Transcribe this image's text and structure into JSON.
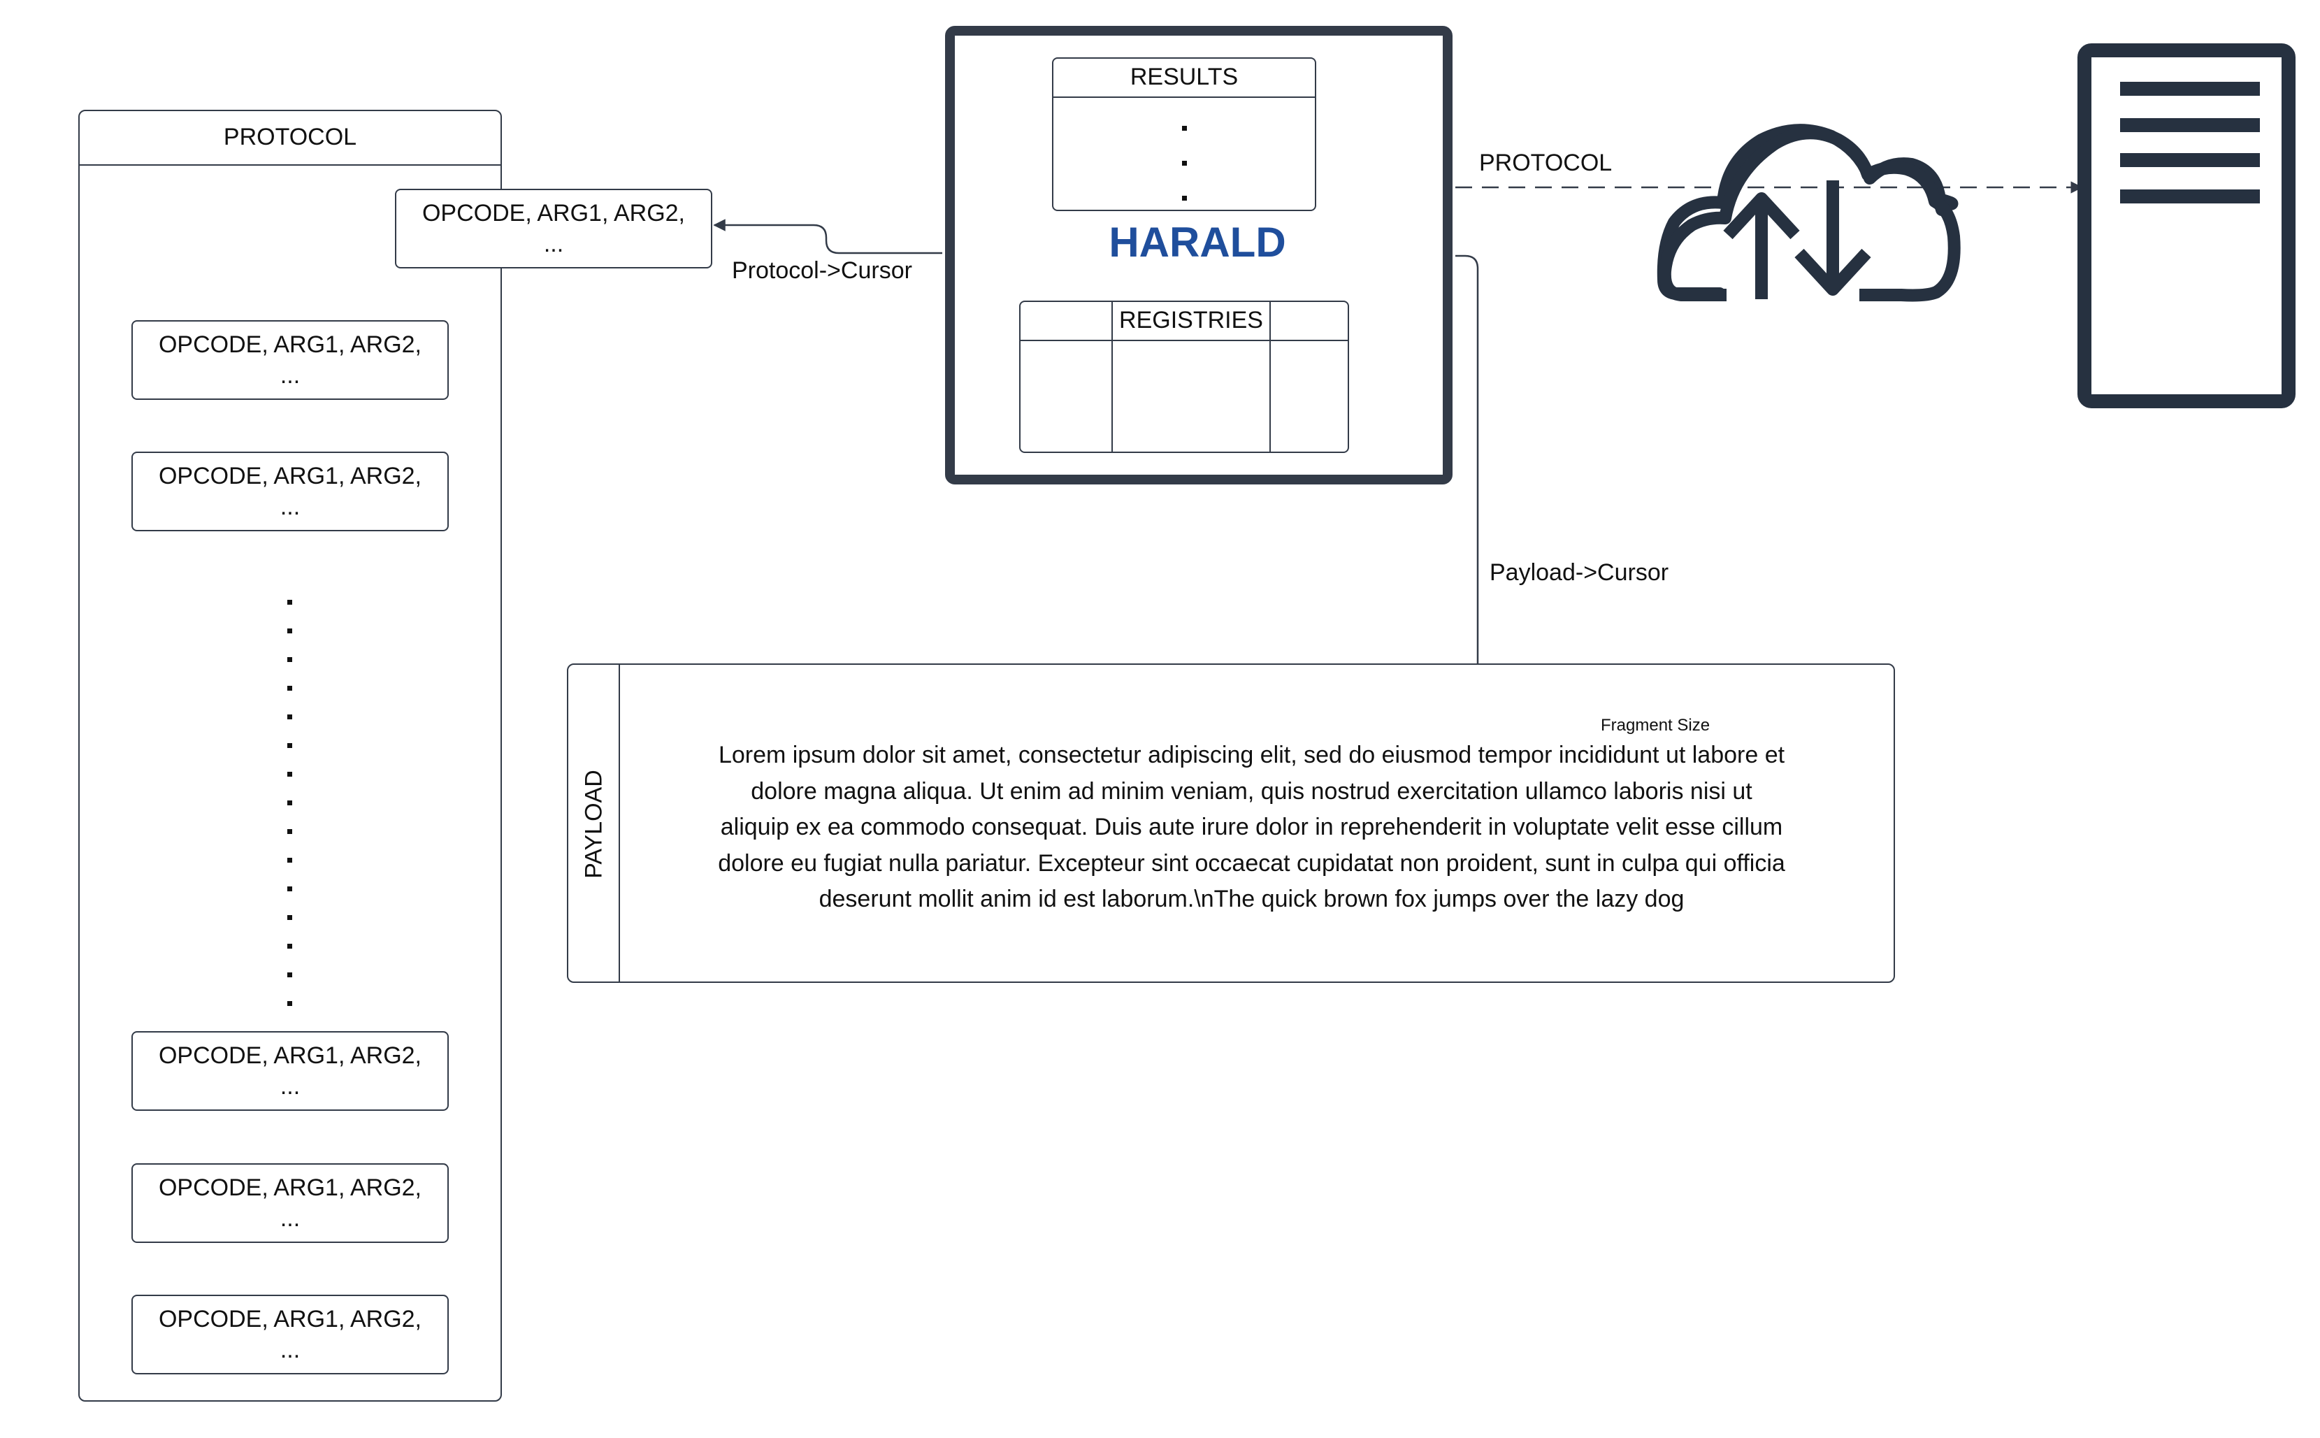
{
  "protocol_panel": {
    "title": "PROTOCOL",
    "top_instruction": "OPCODE, ARG1, ARG2, ...",
    "instructions": [
      "OPCODE, ARG1, ARG2, ...",
      "OPCODE, ARG1, ARG2, ...",
      "OPCODE, ARG1, ARG2, ...",
      "OPCODE, ARG1, ARG2, ...",
      "OPCODE, ARG1, ARG2, ..."
    ]
  },
  "harald": {
    "name": "HARALD",
    "name_color": "#1f4e9c",
    "results_title": "RESULTS",
    "registries_title": "REGISTRIES"
  },
  "edges": {
    "protocol_cursor": "Protocol->Cursor",
    "payload_cursor": "Payload->Cursor",
    "protocol_network": "PROTOCOL"
  },
  "payload_panel": {
    "title": "PAYLOAD",
    "fragment_label": "Fragment Size",
    "text_lines": [
      "Lorem ipsum dolor sit amet, consectetur adipiscing elit, sed do eiusmod tempor incididunt ut labore et",
      "dolore magna aliqua. Ut enim ad minim veniam, quis nostrud exercitation ullamco laboris nisi ut",
      "aliquip ex ea commodo consequat. Duis aute irure dolor in reprehenderit in voluptate velit esse cillum",
      "dolore eu fugiat nulla pariatur. Excepteur sint occaecat cupidatat non proident, sunt in culpa qui officia",
      "deserunt mollit anim id est laborum.\\nThe quick brown fox jumps over the lazy dog"
    ]
  },
  "icons": [
    "cloud-sync-icon",
    "server-icon"
  ],
  "colors": {
    "stroke": "#333b48",
    "icon": "#263140",
    "accent": "#1f4e9c"
  }
}
